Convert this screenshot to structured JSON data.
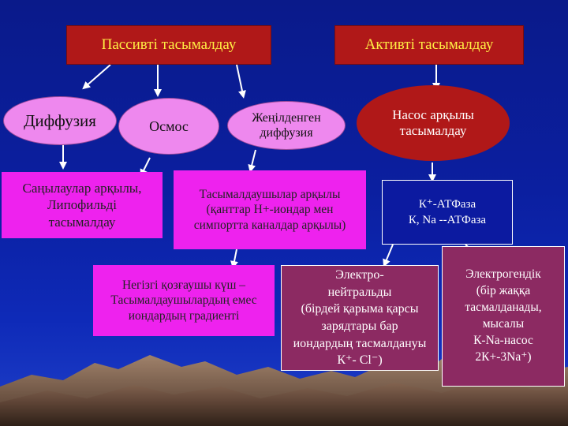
{
  "headers": {
    "passive": "Пассивті тасымалдау",
    "active": "Активті тасымалдау"
  },
  "passive_types": {
    "diffusion": "Диффузия",
    "osmosis": "Осмос",
    "facilitated": [
      "Жеңілденген",
      "диффузия"
    ]
  },
  "active_types": {
    "pump": [
      "Насос арқылы",
      "тасымалдау"
    ]
  },
  "details": {
    "pores": [
      "Саңылаулар арқылы,",
      "Липофильді",
      "тасымалдау"
    ],
    "carriers": [
      "Тасымалдаушылар арқылы",
      "(қанттар Н+-иондар мен",
      "симпортта каналдар арқылы)"
    ],
    "atpase": [
      "К⁺-АТФаза",
      "К, Na --АТФаза"
    ]
  },
  "driving_force": [
    "Негізгі қозғаушы күш –",
    "Тасымалдаушылардың емес",
    "иондардың градиенті"
  ],
  "electroneutral": [
    "Электро-",
    "нейтральды",
    "(бірдей қарыма қарсы",
    "зарядтары бар",
    "иондардың тасмалдануы",
    "К⁺- Cl⁻)"
  ],
  "electrogenic": [
    "Электрогендік",
    "(бір жаққа",
    "тасмалданады,",
    "мысалы",
    "К-Na-насос",
    "2К+-3Na⁺)"
  ],
  "colors": {
    "background": "#0b1fa0",
    "header_fill": "#b01818",
    "header_text": "#ffee44",
    "ellipse_pink": "#ee88ee",
    "magenta_box": "#ee22ee",
    "plum_box": "#8c2a62"
  }
}
